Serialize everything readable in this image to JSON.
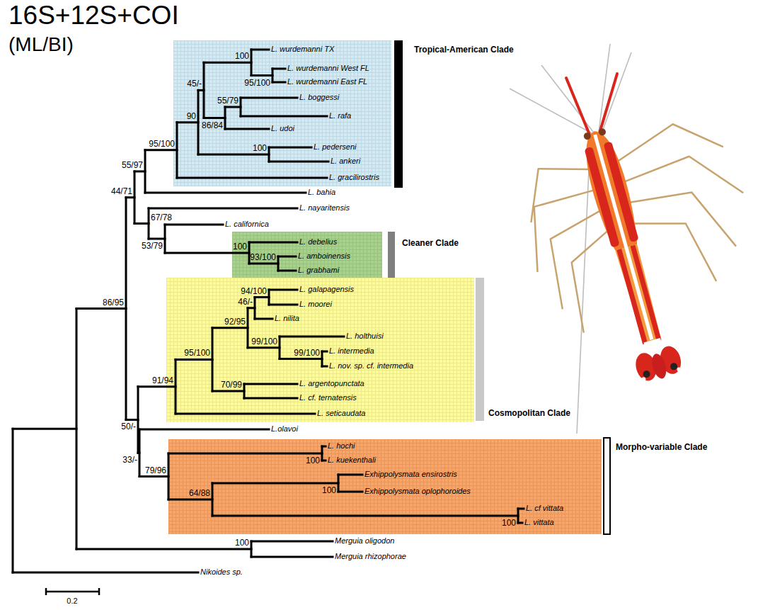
{
  "diagram": {
    "title": "16S+12S+COI",
    "nodes": [
      {
        "text": [
          "Tropical-American Clade"
        ]
      },
      {
        "text": [
          "Cleaner Clade"
        ]
      },
      {
        "text": [
          "Cosmopolitan Clade"
        ]
      },
      {
        "text": [
          "Morpho-variable Clade"
        ]
      }
    ],
    "labels": [
      "(ML/BI)",
      "L. wurdemanni TX",
      "L. wurdemanni West FL",
      "L. wurdemanni East FL",
      "L. boggessi",
      "L. rafa",
      "L. udoi",
      "L. pederseni",
      "L. ankeri",
      "L. gracilirostris",
      "L. bahia",
      "L. nayaritensis",
      "L. californica",
      "L. debelius",
      "L. amboinensis",
      "L. grabhami",
      "L. galapagensis",
      "L. moorei",
      "L. nilita",
      "L. holthuisi",
      "L. intermedia",
      "L. nov. sp. cf. intermedia",
      "L. argentopunctata",
      "L. cf. ternatensis",
      "L. seticaudata",
      "L.olavoi",
      "L. hochi",
      "L. kuekenthali",
      "Exhippolysmata ensirostris",
      "Exhippolysmata oplophoroides",
      "L. cf vittata",
      "L. vittata",
      "Merguia oligodon",
      "Merguia rhizophorae",
      "Nikoides sp.",
      "100",
      "45/-",
      "95/100",
      "55/79",
      "90",
      "86/84",
      "100",
      "95/100",
      "55/97",
      "44/71",
      "67/78",
      "53/79",
      "100",
      "93/100",
      "94/100",
      "46/-",
      "92/95",
      "86/95",
      "99/100",
      "99/100",
      "95/100",
      "91/94",
      "70/99",
      "50/-",
      "33/-",
      "100",
      "79/96",
      "64/88",
      "100",
      "100",
      "100",
      "0.2"
    ]
  }
}
